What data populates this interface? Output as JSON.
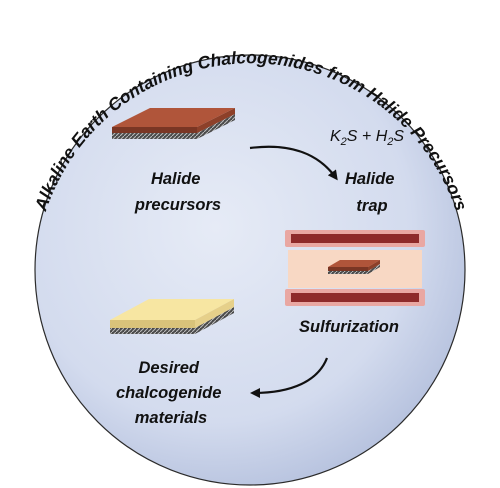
{
  "title": "Alkaline Earth Containing Chalcogenides from Halide Precursors",
  "labels": {
    "precursor_line1": "Halide",
    "precursor_line2": "precursors",
    "trap_line1": "Halide",
    "trap_line2": "trap",
    "sulfurization": "Sulfurization",
    "product_line1": "Desired",
    "product_line2": "chalcogenide",
    "product_line3": "materials"
  },
  "reagent": {
    "k": "K",
    "k_sub": "2",
    "s1": "S",
    "plus": " + ",
    "h": "H",
    "h_sub": "2",
    "s2": "S"
  },
  "colors": {
    "circle_inner": "#dde4f2",
    "circle_outer": "#a9b6d6",
    "halide_film": "#b0553a",
    "halide_film_side": "#7a3624",
    "product_film": "#f7e6a2",
    "product_film_side": "#d9c37a",
    "substrate": "#3a3a3a",
    "heater_bar": "#8e2a2a",
    "heater_glow": "#e9a7a2",
    "furnace_zone": "#f8d8c4"
  },
  "icons": [
    "curved-arrow-icon",
    "curved-arrow-icon"
  ]
}
